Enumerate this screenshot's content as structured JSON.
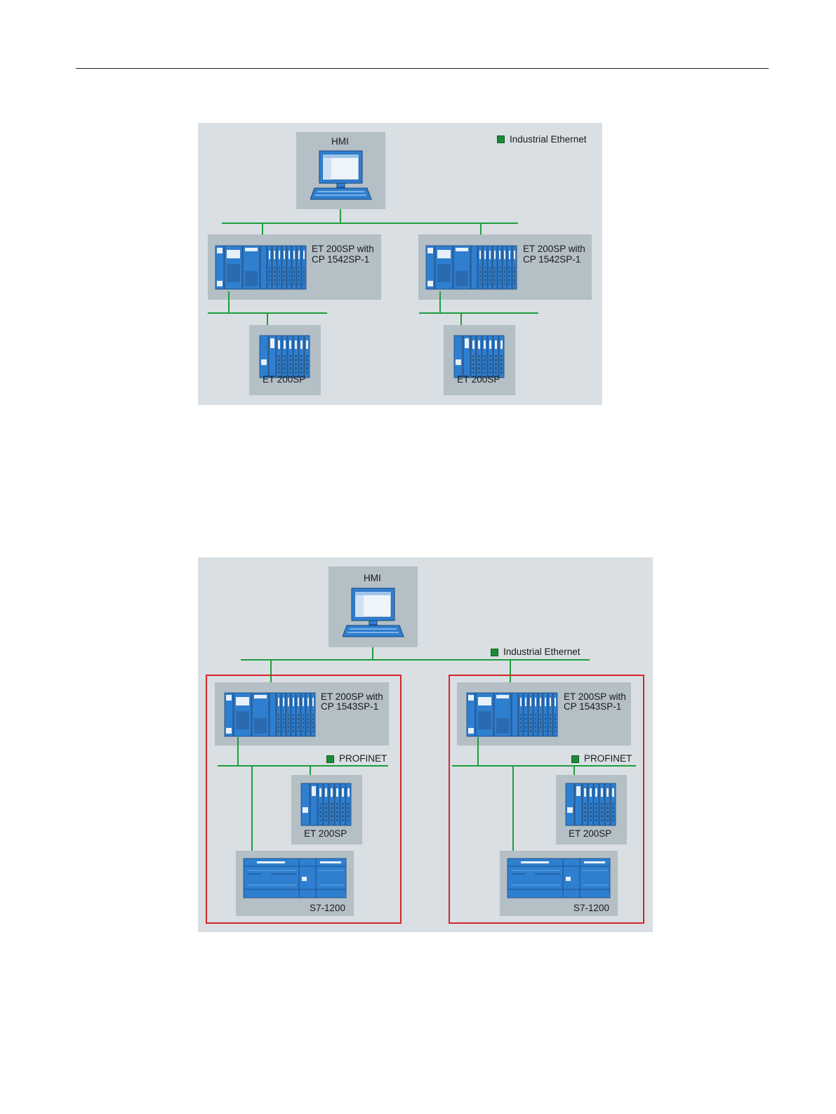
{
  "diagram1": {
    "legend": "Industrial Ethernet",
    "hmi_label": "HMI",
    "station_left": {
      "line1": "ET 200SP with",
      "line2": "CP 1542SP-1"
    },
    "station_right": {
      "line1": "ET 200SP with",
      "line2": "CP 1542SP-1"
    },
    "io_left": "ET 200SP",
    "io_right": "ET 200SP"
  },
  "diagram2": {
    "legend": "Industrial Ethernet",
    "hmi_label": "HMI",
    "station_left": {
      "line1": "ET 200SP with",
      "line2": "CP 1543SP-1"
    },
    "station_right": {
      "line1": "ET 200SP with",
      "line2": "CP 1543SP-1"
    },
    "profinet_left": "PROFINET",
    "profinet_right": "PROFINET",
    "io_left": "ET 200SP",
    "io_right": "ET 200SP",
    "s7_left": "S7-1200",
    "s7_right": "S7-1200"
  },
  "colors": {
    "network_line": "#1e9e3e",
    "device_blue": "#2f7fd0",
    "figure_bg": "#d9dfe2",
    "panel_bg": "#b4bfc6",
    "cell_border": "#d4262b"
  }
}
